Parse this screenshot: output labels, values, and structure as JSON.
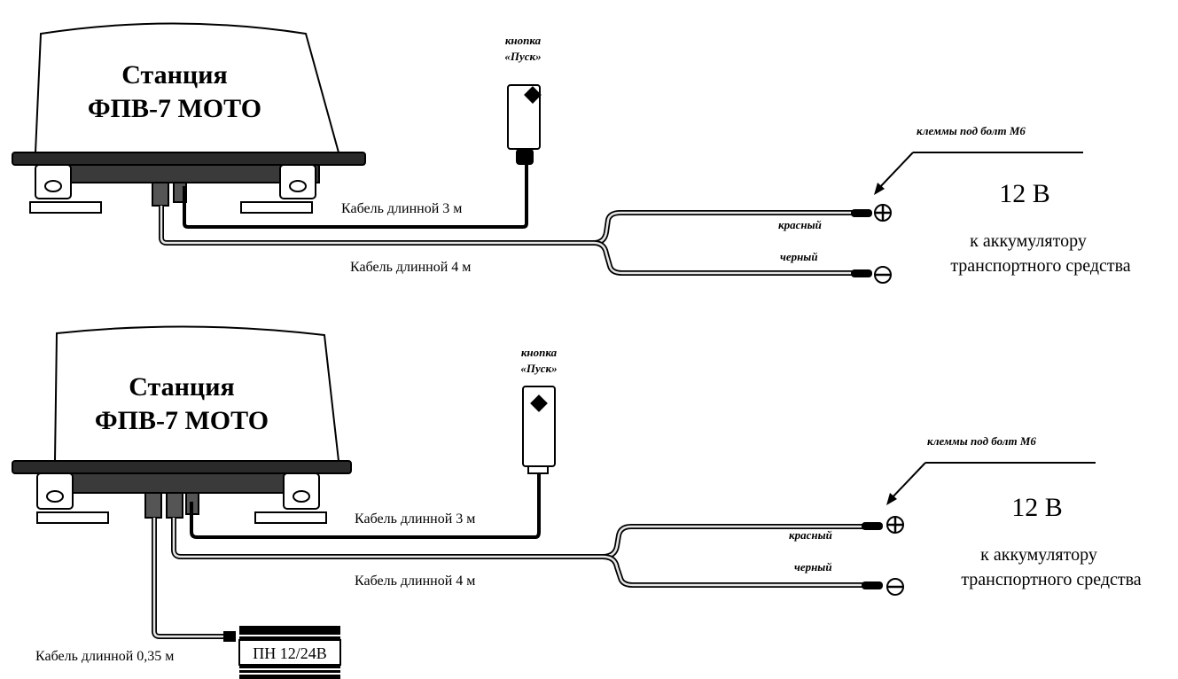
{
  "diagrams": [
    {
      "station_line1": "Станция",
      "station_line2": "ФПВ-7 МОТО",
      "button_label_line1": "кнопка",
      "button_label_line2": "«Пуск»",
      "cable_3m": "Кабель длинной 3 м",
      "cable_4m": "Кабель длинной 4 м",
      "terminals_label": "клеммы под болт М6",
      "red_label": "красный",
      "black_label": "черный",
      "voltage": "12 В",
      "battery_line1": "к аккумулятору",
      "battery_line2": "транспортного средства"
    },
    {
      "station_line1": "Станция",
      "station_line2": "ФПВ-7 МОТО",
      "button_label_line1": "кнопка",
      "button_label_line2": "«Пуск»",
      "cable_3m": "Кабель длинной 3 м",
      "cable_4m": "Кабель длинной 4 м",
      "terminals_label": "клеммы под болт М6",
      "red_label": "красный",
      "black_label": "черный",
      "voltage": "12 В",
      "battery_line1": "к аккумулятору",
      "battery_line2": "транспортного средства",
      "cable_035m": "Кабель длинной 0,35 м",
      "converter_label": "ПН 12/24В"
    }
  ],
  "colors": {
    "line": "#000000",
    "fill": "#ffffff",
    "wire_light": "#d8d8d8"
  }
}
